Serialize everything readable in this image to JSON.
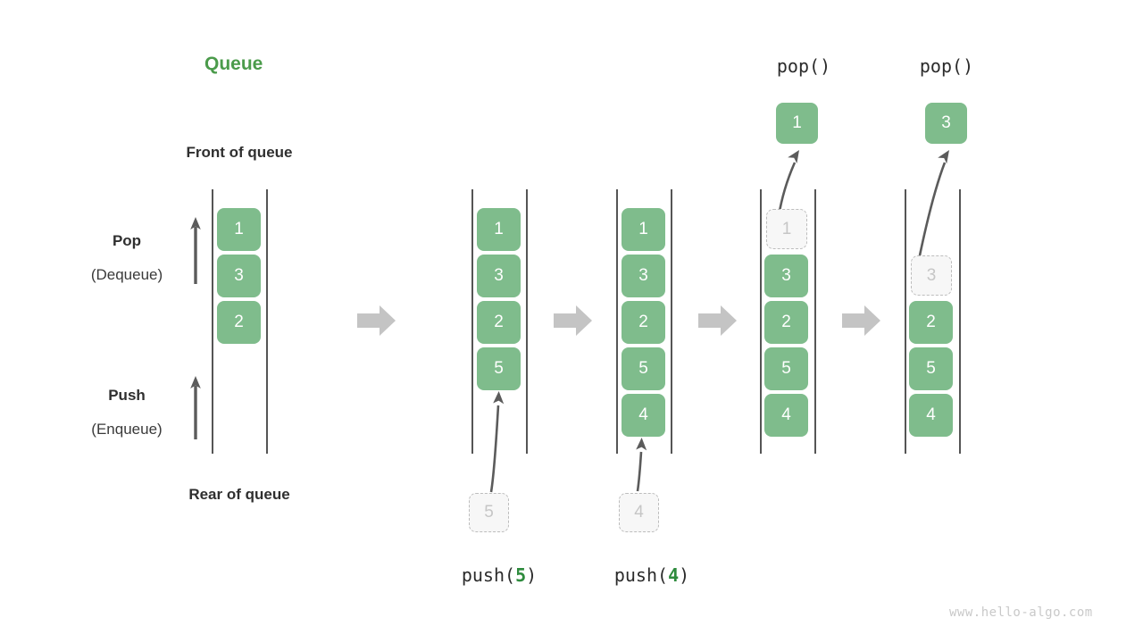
{
  "diagram": {
    "title": "Queue",
    "title_color": "#4b9b4b",
    "box_color": "#7fbc8c",
    "ghost_color": "#f7f7f7",
    "arrow_color": "#c4c4c4",
    "rail_color": "#555555",
    "watermark": "www.hello-algo.com"
  },
  "legend": {
    "front_label": "Front of queue",
    "rear_label": "Rear of queue",
    "pop_label": "Pop",
    "pop_sub": "(Dequeue)",
    "push_label": "Push",
    "push_sub": "(Enqueue)"
  },
  "stages": [
    {
      "name": "initial",
      "operation": "",
      "op_prefix": "",
      "op_arg": "",
      "op_suffix": "",
      "items": [
        "1",
        "3",
        "2"
      ],
      "ghost_index": -1,
      "incoming": "",
      "popped": ""
    },
    {
      "name": "push-5",
      "operation": "push(5)",
      "op_prefix": "push(",
      "op_arg": "5",
      "op_suffix": ")",
      "items": [
        "1",
        "3",
        "2",
        "5"
      ],
      "ghost_index": -1,
      "incoming": "5",
      "popped": ""
    },
    {
      "name": "push-4",
      "operation": "push(4)",
      "op_prefix": "push(",
      "op_arg": "4",
      "op_suffix": ")",
      "items": [
        "1",
        "3",
        "2",
        "5",
        "4"
      ],
      "ghost_index": -1,
      "incoming": "4",
      "popped": ""
    },
    {
      "name": "pop-1",
      "operation": "pop()",
      "op_prefix": "pop(",
      "op_arg": "",
      "op_suffix": ")",
      "items": [
        "1",
        "3",
        "2",
        "5",
        "4"
      ],
      "ghost_index": 0,
      "incoming": "",
      "popped": "1"
    },
    {
      "name": "pop-3",
      "operation": "pop()",
      "op_prefix": "pop(",
      "op_arg": "",
      "op_suffix": ")",
      "items": [
        "",
        "3",
        "2",
        "5",
        "4"
      ],
      "ghost_index": 1,
      "incoming": "",
      "popped": "3"
    }
  ]
}
